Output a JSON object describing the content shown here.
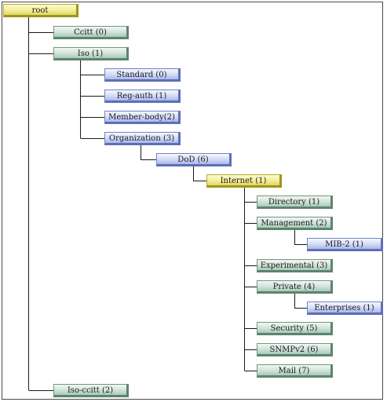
{
  "colors": {
    "root_fill": "#f3ee9a",
    "root_border": "#b8ad2a",
    "teal_fill": "#cfe2d8",
    "teal_border": "#6f9683",
    "blue_fill": "#d3daf5",
    "blue_border": "#7183c9",
    "connector": "#1a1a1a",
    "frame": "#4a4a4a"
  },
  "tree": {
    "root": "root",
    "ccitt": "Ccitt (0)",
    "iso": "Iso (1)",
    "standard": "Standard (0)",
    "reg_auth": "Reg-auth (1)",
    "member_body": "Member-body(2)",
    "organization": "Organization (3)",
    "dod": "DoD (6)",
    "internet": "Internet (1)",
    "directory": "Directory (1)",
    "management": "Management (2)",
    "mib2": "MIB-2 (1)",
    "experimental": "Experimental (3)",
    "private": "Private (4)",
    "enterprises": "Enterprises (1)",
    "security": "Security (5)",
    "snmpv2": "SNMPv2 (6)",
    "mail": "Mail (7)",
    "iso_ccitt": "Iso-ccitt (2)"
  }
}
